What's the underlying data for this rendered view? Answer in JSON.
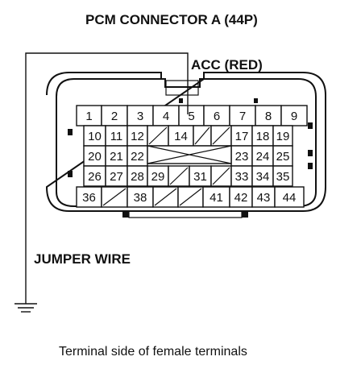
{
  "title": "PCM CONNECTOR A (44P)",
  "acc_label": "ACC (RED)",
  "jumper_label": "JUMPER WIRE",
  "caption": "Terminal side of female terminals",
  "connector": {
    "rows": [
      [
        "1",
        "2",
        "3",
        "4",
        "5",
        "6",
        "7",
        "8",
        "9"
      ],
      [
        "10",
        "11",
        "12",
        "",
        "14",
        "",
        "",
        "17",
        "18",
        "19"
      ],
      [
        "20",
        "21",
        "22",
        "",
        "",
        "23",
        "24",
        "25"
      ],
      [
        "26",
        "27",
        "28",
        "29",
        "",
        "31",
        "",
        "33",
        "34",
        "35"
      ],
      [
        "36",
        "",
        "38",
        "",
        "",
        "41",
        "42",
        "43",
        "44"
      ]
    ]
  },
  "icons": [
    "ground-symbol-icon"
  ]
}
